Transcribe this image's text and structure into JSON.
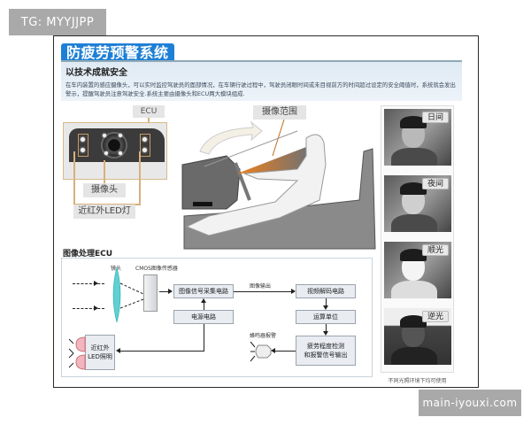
{
  "watermarks": {
    "top_left": "TG: MYYJJPP",
    "bottom_right": "main-iyouxi.com"
  },
  "panel": {
    "title": "防疲劳预警系统",
    "subtitle": "以技术成就安全",
    "description": "在车内装置的感应摄像头，可以实时监控驾驶员的面部情况，在车辆行驶过程中，驾驶员闭眼时间或未目视前方的时间超过设定的安全阈值时，系统就会发出警示，提醒驾驶员注意驾驶安全.系统主要由摄像头和ECU两大模块组成.",
    "colors": {
      "title_bg": "#1e7fd6",
      "intro_bg": "#e4edf6",
      "callout": "#d8b07e",
      "camera_beam": "#f08a1c"
    }
  },
  "camera_module": {
    "ecu_label": "ECU",
    "camera_label": "摄像头",
    "led_label": "近红外LED灯"
  },
  "car_scene": {
    "range_label": "摄像范围"
  },
  "photos": {
    "items": [
      {
        "tag": "日间"
      },
      {
        "tag": "夜间"
      },
      {
        "tag": "顺光"
      },
      {
        "tag": "逆光"
      }
    ],
    "caption": "不同光照环境下均可使用"
  },
  "ecu_diagram": {
    "title": "图像处理ECU",
    "lens_label": "镜头",
    "cmos_label": "CMOS图像传感器",
    "image_output_label": "图像输出",
    "buzzer_label": "蜂鸣器报警",
    "blocks": {
      "acquisition": "图像信号采集电路",
      "power": "电源电路",
      "decoder": "视频解码电路",
      "compute": "运算单位",
      "fatigue_line1": "疲劳程度检测",
      "fatigue_line2": "和报警信号输出",
      "led_line1": "近红外",
      "led_line2": "LED照明"
    }
  }
}
